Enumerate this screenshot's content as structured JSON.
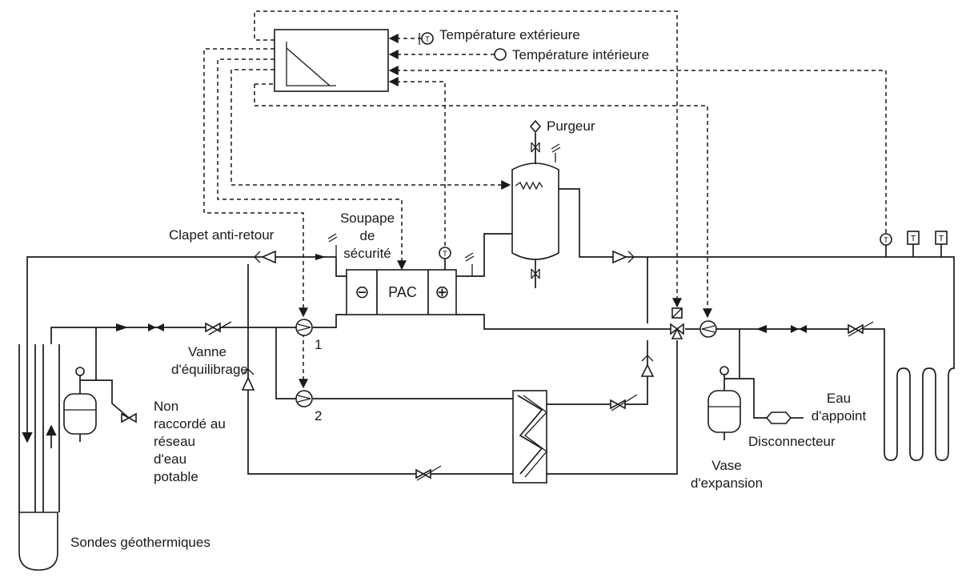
{
  "labels": {
    "temp_ext": "Température extérieure",
    "temp_int": "Température intérieure",
    "purgeur": "Purgeur",
    "soupape": "Soupape de sécurité",
    "clapet": "Clapet anti-retour",
    "vanne": "Vanne d'équilibrage",
    "pump1": "1",
    "pump2": "2",
    "non_raccorde": "Non raccordé au réseau d'eau potable",
    "eau_appoint": "Eau d'appoint",
    "disconnecteur": "Disconnecteur",
    "vase_expansion": "Vase d'expansion",
    "sondes": "Sondes géothermiques"
  },
  "heat_pump": {
    "minus": "⊖",
    "label": "PAC",
    "plus": "⊕"
  },
  "sensor_letter": "T"
}
